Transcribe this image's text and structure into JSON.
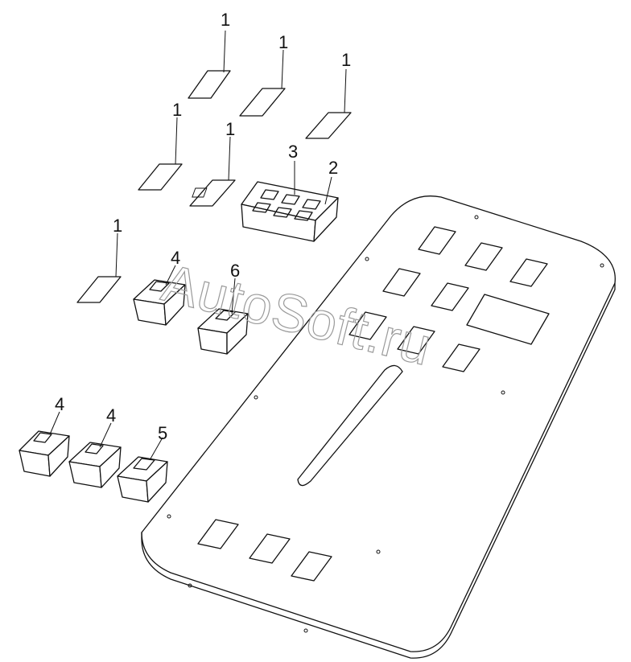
{
  "diagram": {
    "callouts": [
      {
        "id": "label-1a",
        "text": "1"
      },
      {
        "id": "label-1b",
        "text": "1"
      },
      {
        "id": "label-1c",
        "text": "1"
      },
      {
        "id": "label-1d",
        "text": "1"
      },
      {
        "id": "label-1e",
        "text": "1"
      },
      {
        "id": "label-1f",
        "text": "1"
      },
      {
        "id": "label-3",
        "text": "3"
      },
      {
        "id": "label-2",
        "text": "2"
      },
      {
        "id": "label-4a",
        "text": "4"
      },
      {
        "id": "label-6",
        "text": "6"
      },
      {
        "id": "label-4b",
        "text": "4"
      },
      {
        "id": "label-4c",
        "text": "4"
      },
      {
        "id": "label-5",
        "text": "5"
      }
    ],
    "watermark": "AutoSoft.ru"
  }
}
